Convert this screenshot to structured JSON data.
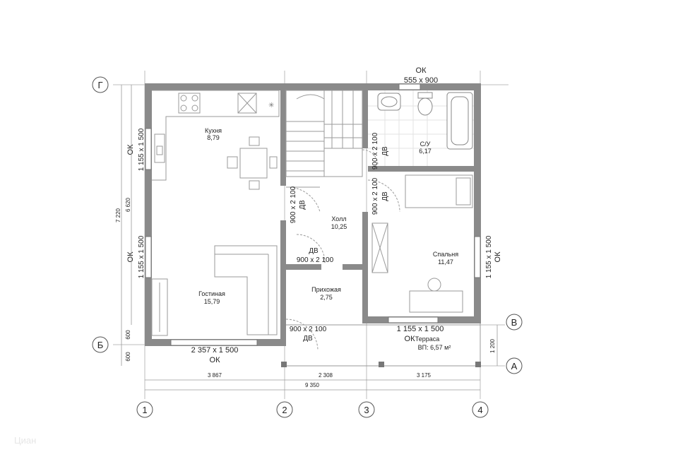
{
  "rooms": {
    "kitchen": {
      "name": "Кухня",
      "area": "8,79"
    },
    "living": {
      "name": "Гостиная",
      "area": "15,79"
    },
    "hall": {
      "name": "Холл",
      "area": "10,25"
    },
    "entry": {
      "name": "Прихожая",
      "area": "2,75"
    },
    "bath": {
      "name": "С/У",
      "area": "6,17"
    },
    "bedroom": {
      "name": "Спальня",
      "area": "11,47"
    },
    "terrace": {
      "name": "Терраса",
      "area": "ВП: 6,57 м²"
    }
  },
  "windows": {
    "top_label": "ОК",
    "top_size": "555 x 900",
    "left_upper_label": "ОК",
    "left_upper_size": "1 155 x 1 500",
    "left_lower_label": "ОК",
    "left_lower_size": "1 155 x 1 500",
    "right_label": "ОК",
    "right_size": "1 155 x 1 500",
    "bottom_label": "ОК",
    "bottom_size": "2 357 x 1 500",
    "terrace_label": "ОК",
    "terrace_size": "1 155 x 1 500"
  },
  "doors": {
    "kitchen_hall": {
      "label": "ДВ",
      "size": "900 x 2 100"
    },
    "hall_bath": {
      "label": "ДВ",
      "size": "900 x 2 100"
    },
    "hall_bedroom": {
      "label": "ДВ",
      "size": "900 x 2 100"
    },
    "hall_entry": {
      "label": "ДВ",
      "size": "900 x 2 100"
    },
    "entry_terrace": {
      "label": "ДВ",
      "size": "900 x 2 100"
    }
  },
  "dimensions": {
    "bottom_segments": [
      "3 867",
      "2 308",
      "3 175"
    ],
    "bottom_total": "9 350",
    "left_total": "7 220",
    "left_inner": "6 620",
    "left_seg_a": "600",
    "left_seg_b": "600",
    "right_terrace": "1 200"
  },
  "axes": {
    "vertical": [
      "1",
      "2",
      "3",
      "4"
    ],
    "horizontal": [
      "Г",
      "В",
      "Б",
      "А"
    ]
  },
  "watermark": "Циан"
}
